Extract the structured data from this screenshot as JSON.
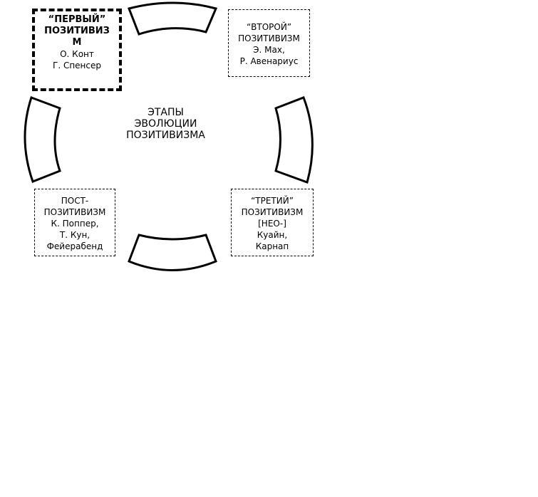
{
  "diagram": {
    "center_title_lines": [
      "ЭТАПЫ",
      "ЭВОЛЮЦИИ",
      "ПОЗИТИВИЗМА"
    ],
    "stages": {
      "first": {
        "title_lines": [
          "“ПЕРВЫЙ”",
          "ПОЗИТИВИЗ",
          "М"
        ],
        "names": [
          "О. Конт",
          "Г. Спенсер"
        ]
      },
      "second": {
        "title_lines": [
          "“ВТОРОЙ”",
          "ПОЗИТИВИЗМ"
        ],
        "names": [
          "Э. Мах,",
          "Р. Авенариус"
        ]
      },
      "third": {
        "title_lines": [
          "“ТРЕТИЙ”",
          "ПОЗИТИВИЗМ",
          "[НЕО-]"
        ],
        "names": [
          "Куайн,",
          "Карнап"
        ]
      },
      "post": {
        "title_lines": [
          "ПОСТ-",
          "ПОЗИТИВИЗМ"
        ],
        "names": [
          "К. Поппер,",
          "Т. Кун,",
          "Фейерабенд"
        ]
      }
    },
    "colors": {
      "line": "#000000",
      "background": "#ffffff"
    }
  }
}
